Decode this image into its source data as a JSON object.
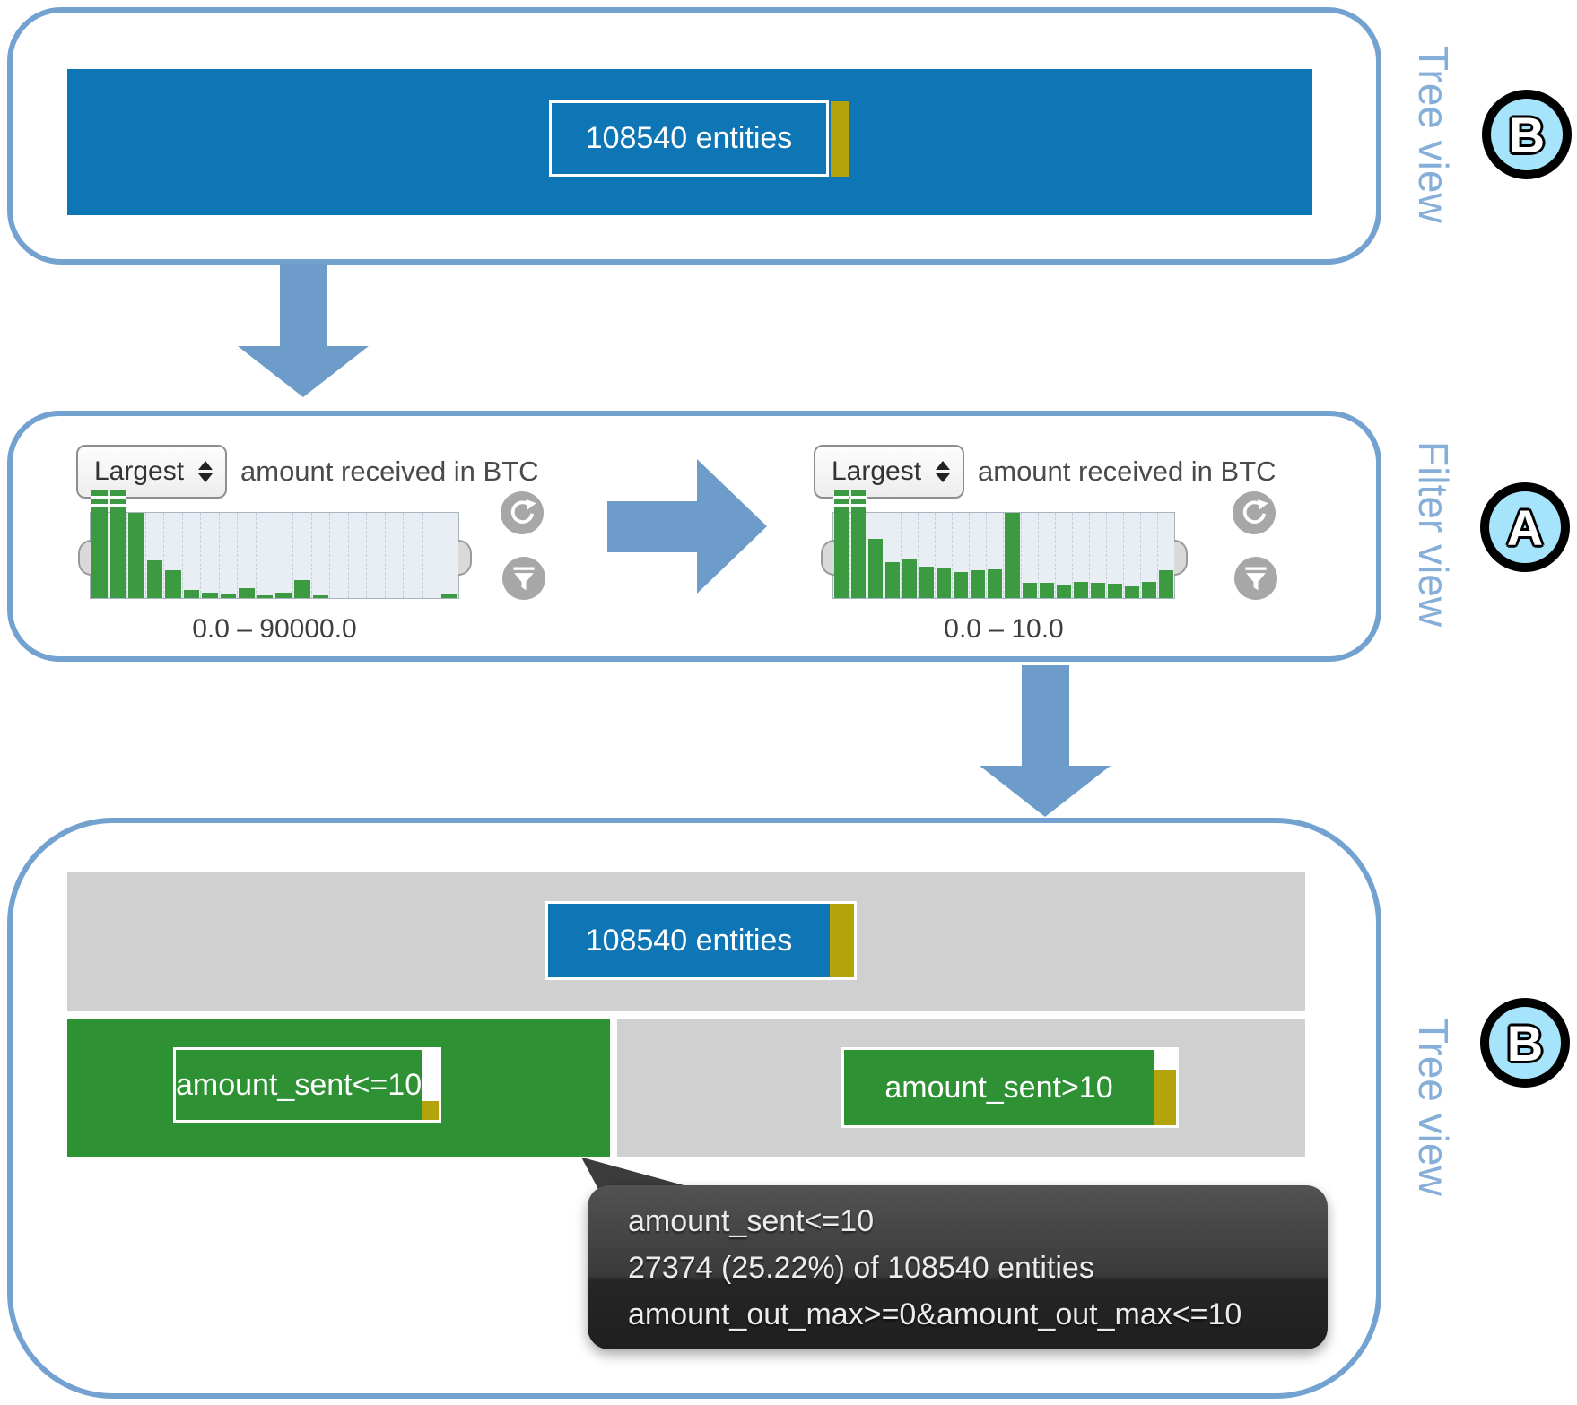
{
  "colors": {
    "panel_border": "#73a2d1",
    "arrow": "#6d9cca",
    "side_label": "#85afd9",
    "badge_bg": "#a6e4fb",
    "blue": "#0e76b4",
    "yellow": "#b3a40b",
    "tree_green": "#2e9134",
    "hist_green": "#3c9a40",
    "gray_row": "#d0d0d0",
    "plot_bg": "#e9eef5",
    "plot_border": "#aab3c0",
    "gridline": "#c7ced9",
    "icon_gray": "#a7a7a7"
  },
  "tree_top": {
    "side_label": "Tree view",
    "badge": "B",
    "node_label": "108540 entities",
    "indicator_pct": 100
  },
  "filter_view": {
    "side_label": "Filter view",
    "badge": "A",
    "widgets": [
      {
        "sort_dropdown": "Largest",
        "attribute": "amount received in BTC",
        "range_label": "0.0 – 90000.0"
      },
      {
        "sort_dropdown": "Largest",
        "attribute": "amount received in BTC",
        "range_label": "0.0 – 10.0"
      }
    ]
  },
  "tree_bottom": {
    "side_label": "Tree view",
    "badge": "B",
    "root_label": "108540 entities",
    "root_indicator_pct": 100,
    "left_node_label": "amount_sent<=10",
    "left_indicator_pct": 27,
    "right_node_label": "amount_sent>10",
    "right_indicator_pct": 74,
    "tooltip_lines": [
      "amount_sent<=10",
      "27374 (25.22%) of 108540 entities",
      "amount_out_max>=0&amount_out_max<=10"
    ]
  },
  "chart_data": [
    {
      "type": "bar",
      "title": "amount received in BTC (histogram, sorted: Largest)",
      "x_range_label": "0.0 – 90000.0",
      "xlim": [
        0.0,
        90000.0
      ],
      "bins": 20,
      "values_pct_of_plot_height": [
        127,
        127,
        100,
        44,
        33,
        10,
        6,
        4,
        12,
        3,
        6,
        21,
        3,
        0,
        0,
        0,
        0,
        0,
        0,
        4
      ],
      "overflow_bins": [
        1,
        2
      ],
      "grid": "dashed-vertical",
      "note": "bar heights read relative to plot height; bins 1-2 exceed plot top and are drawn clipped with white stripes"
    },
    {
      "type": "bar",
      "title": "amount received in BTC (histogram, sorted: Largest)",
      "x_range_label": "0.0 – 10.0",
      "xlim": [
        0.0,
        10.0
      ],
      "bins": 20,
      "values_pct_of_plot_height": [
        127,
        127,
        70,
        42,
        45,
        37,
        35,
        31,
        33,
        34,
        100,
        18,
        18,
        16,
        19,
        18,
        17,
        14,
        19,
        33
      ],
      "overflow_bins": [
        1,
        2
      ],
      "grid": "dashed-vertical",
      "note": "bar heights read relative to plot height; bins 1-2 exceed plot top and are drawn clipped with white stripes"
    }
  ]
}
